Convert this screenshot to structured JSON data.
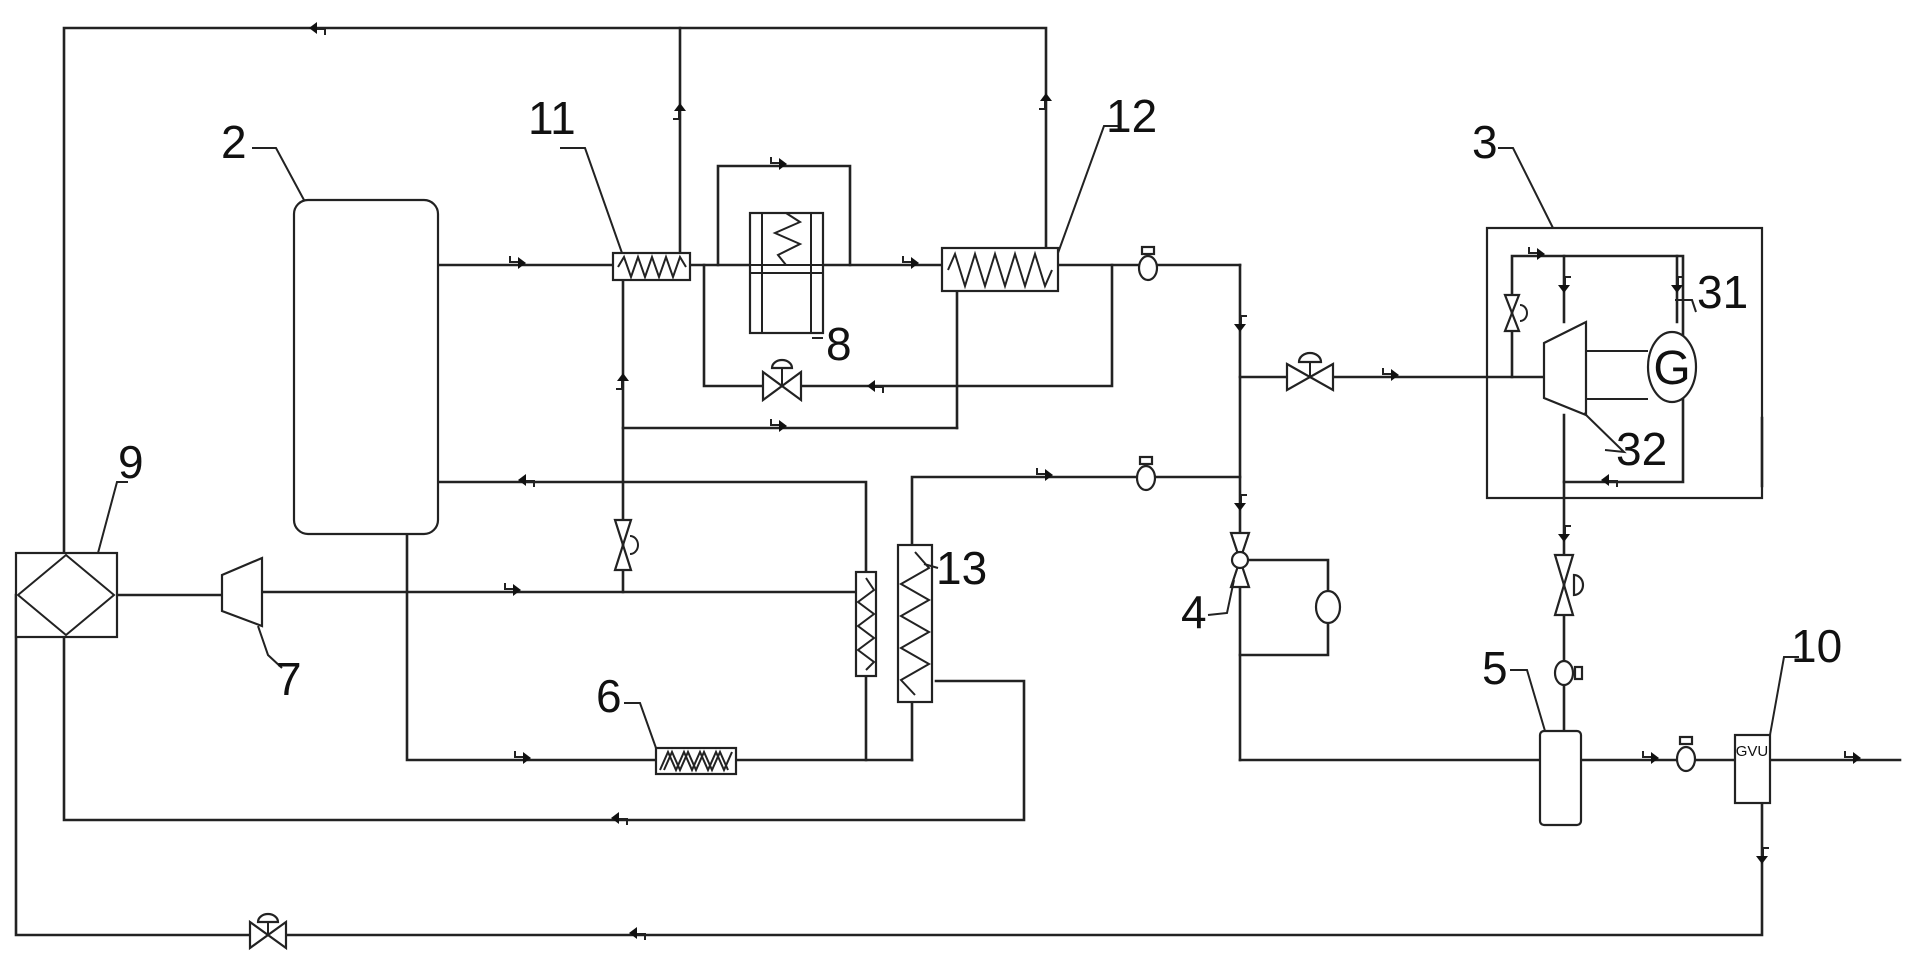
{
  "labels": {
    "l2": "2",
    "l3": "3",
    "l4": "4",
    "l5": "5",
    "l6": "6",
    "l7": "7",
    "l8": "8",
    "l9": "9",
    "l10": "10",
    "l11": "11",
    "l12": "12",
    "l13": "13",
    "l31": "31",
    "l32": "32"
  },
  "texts": {
    "generator": "G",
    "gvu": "GVU"
  },
  "colors": {
    "line": "#222222",
    "background": "#ffffff"
  }
}
